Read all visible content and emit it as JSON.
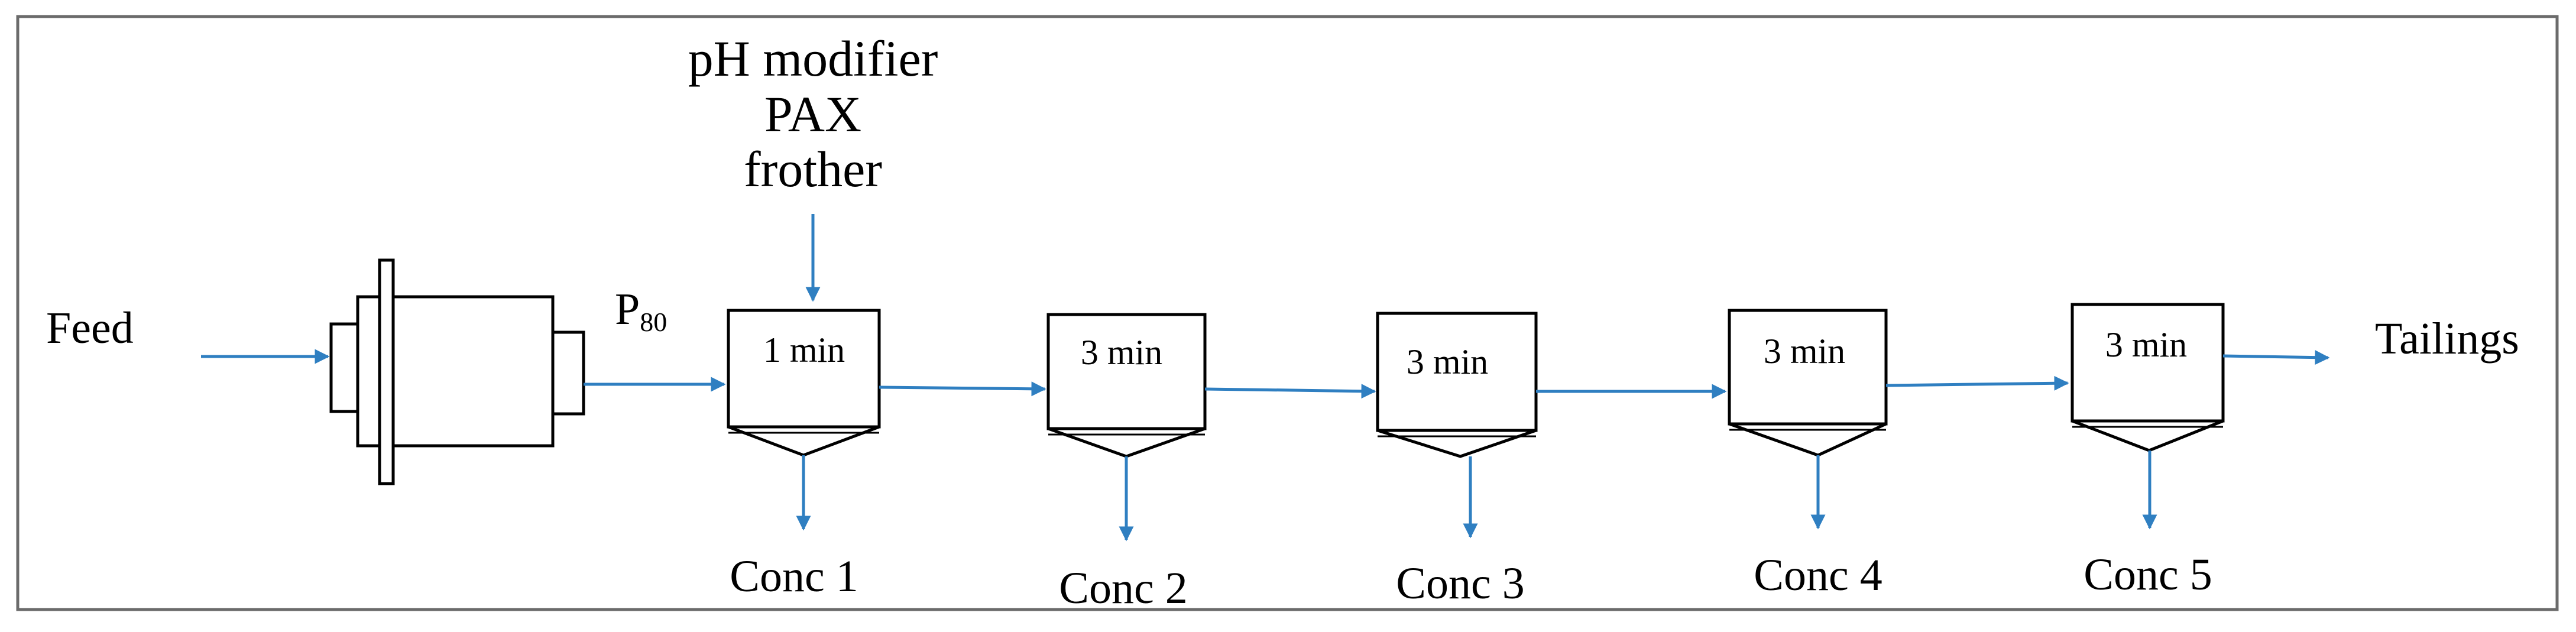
{
  "reagents": {
    "line1": "pH modifier",
    "line2": "PAX",
    "line3": "frother"
  },
  "feed_label": "Feed",
  "particle_size": {
    "base": "P",
    "subscript": "80"
  },
  "tailings_label": "Tailings",
  "cells": [
    {
      "time": "1 min",
      "conc": "Conc 1"
    },
    {
      "time": "3 min",
      "conc": "Conc 2"
    },
    {
      "time": "3 min",
      "conc": "Conc 3"
    },
    {
      "time": "3 min",
      "conc": "Conc 4"
    },
    {
      "time": "3 min",
      "conc": "Conc 5"
    }
  ],
  "colors": {
    "arrow": "#2f7fc1",
    "frame": "#6b6b6b",
    "stroke": "#000000"
  }
}
